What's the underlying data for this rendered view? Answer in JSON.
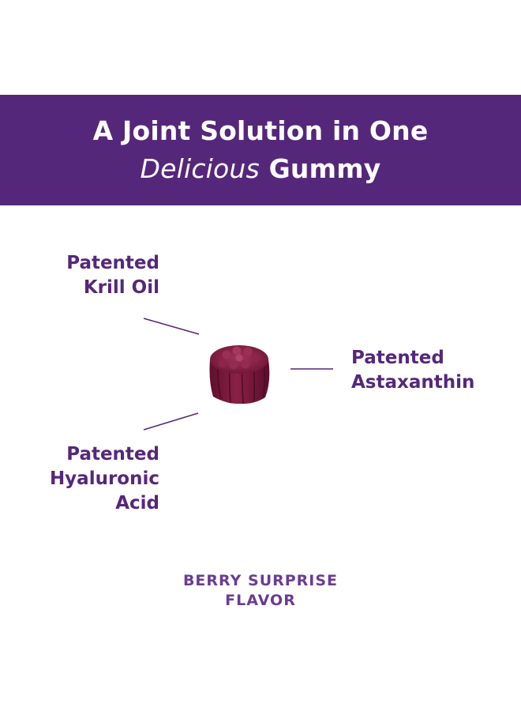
{
  "header": {
    "title_line1": "A Joint Solution in One",
    "title_line2_em": "Delicious",
    "title_line2_rest": "Gummy",
    "background_color": "#55277a"
  },
  "callouts": [
    {
      "line1": "Patented",
      "line2": "Krill Oil"
    },
    {
      "line1": "Patented",
      "line2": "Astaxanthin"
    },
    {
      "line1": "Patented",
      "line2": "Hyaluronic",
      "line3": "Acid"
    }
  ],
  "flavor": {
    "line1": "BERRY SURPRISE",
    "line2": "FLAVOR"
  },
  "colors": {
    "label": "#55277a",
    "flavor": "#6a3c93",
    "gummy": "#7a1a3c"
  },
  "images": {
    "gummy": "gummy-icon"
  }
}
